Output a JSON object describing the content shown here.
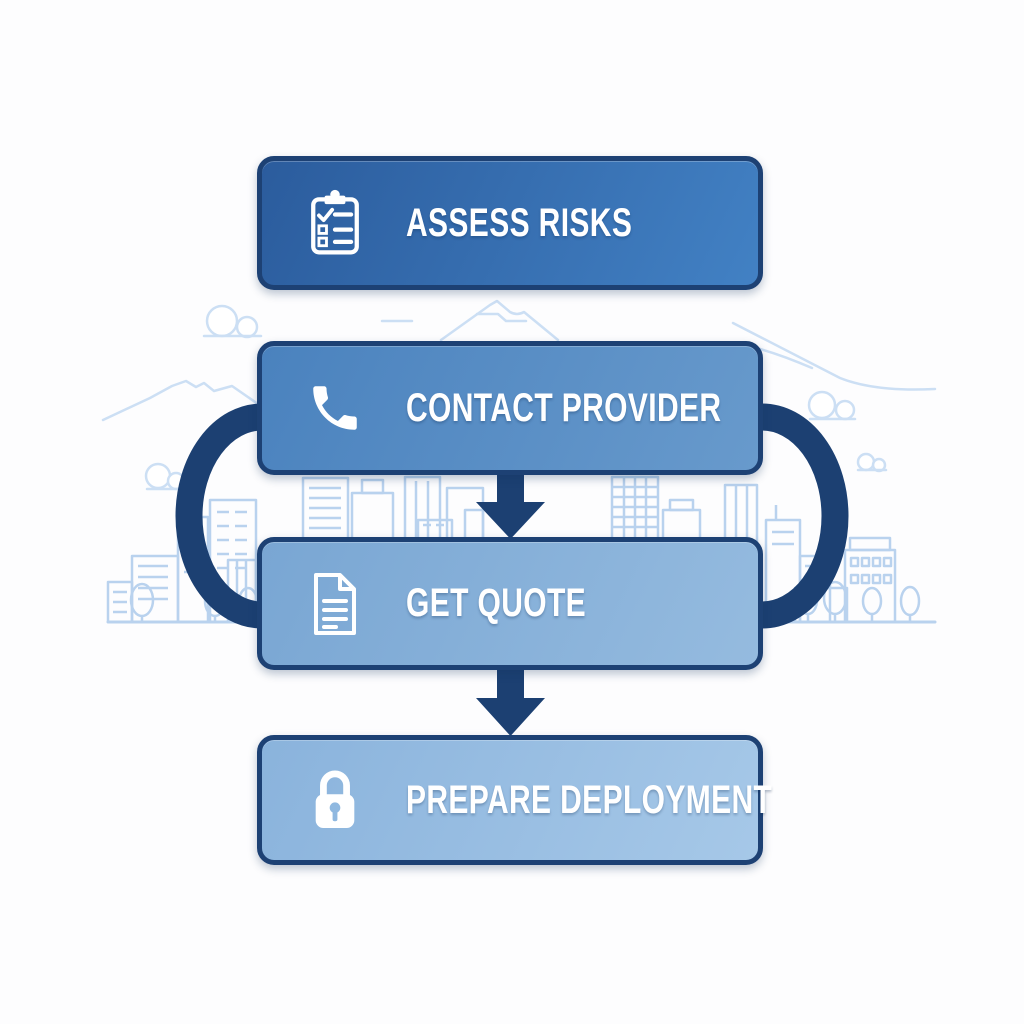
{
  "steps": [
    {
      "label": "ASSESS RISKS",
      "icon": "clipboard-checklist-icon",
      "fill_start": "#2b5c9d",
      "fill_end": "#4281c4"
    },
    {
      "label": "CONTACT PROVIDER",
      "icon": "phone-icon",
      "fill_start": "#4a82be",
      "fill_end": "#689acc"
    },
    {
      "label": "GET QUOTE",
      "icon": "document-icon",
      "fill_start": "#79a6d3",
      "fill_end": "#95bbdf"
    },
    {
      "label": "PREPARE DEPLOYMENT",
      "icon": "lock-icon",
      "fill_start": "#8ab3dc",
      "fill_end": "#a6c8e8"
    }
  ],
  "connectors": {
    "down_arrows": 2,
    "down_arrow_links": [
      "CONTACT PROVIDER to GET QUOTE",
      "GET QUOTE to PREPARE DEPLOYMENT"
    ],
    "side_loops": [
      "left",
      "right"
    ]
  },
  "colors": {
    "connector_navy": "#1c4072",
    "box_border": "#1d4174",
    "label_text": "#ffffff",
    "background_line": "#b9d2ee",
    "background_line_light": "#ccdff4",
    "canvas": "#fdfdfe",
    "keyhole": "#8fb8e0"
  },
  "background": {
    "scene": "faint light-blue line-art of city skyline with buildings, trees, mountains and clouds"
  }
}
